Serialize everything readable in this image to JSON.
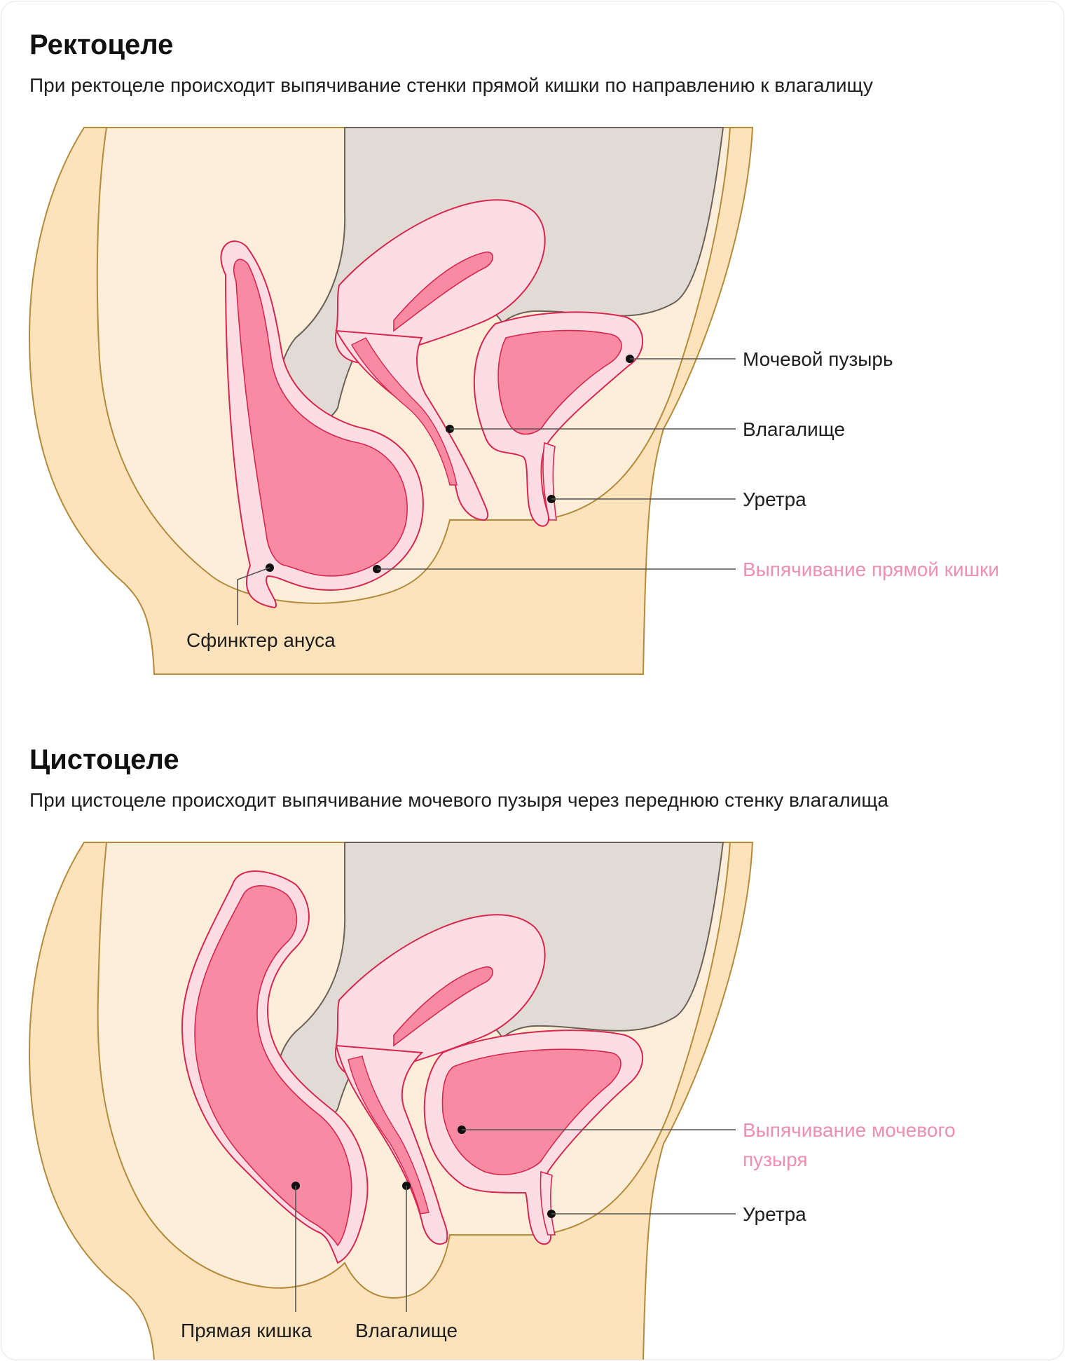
{
  "colors": {
    "skin": "#fde3bc",
    "skin_outline": "#b48a3b",
    "bone": "#e1dbd6",
    "bone_outline": "#6b6157",
    "organ_outer": "#fddde4",
    "organ_inner": "#f98aa3",
    "organ_outline": "#d8264e",
    "highlight_label": "#ee8fae",
    "text": "#1e1e1e"
  },
  "rectocele": {
    "title": "Ректоцеле",
    "subtitle": "При ректоцеле происходит выпячивание стенки прямой кишки по направлению к влагалищу",
    "labels": {
      "bladder": "Мочевой пузырь",
      "vagina": "Влагалище",
      "urethra": "Уретра",
      "rectal_bulge": "Выпячивание прямой кишки",
      "anal_sphincter": "Сфинктер ануса"
    }
  },
  "cystocele": {
    "title": "Цистоцеле",
    "subtitle": "При цистоцеле происходит выпячивание мочевого пузыря через переднюю стенку влагалища",
    "labels": {
      "bladder_bulge_line1": "Выпячивание мочевого",
      "bladder_bulge_line2": "пузыря",
      "urethra": "Уретра",
      "rectum": "Прямая кишка",
      "vagina": "Влагалище"
    }
  }
}
